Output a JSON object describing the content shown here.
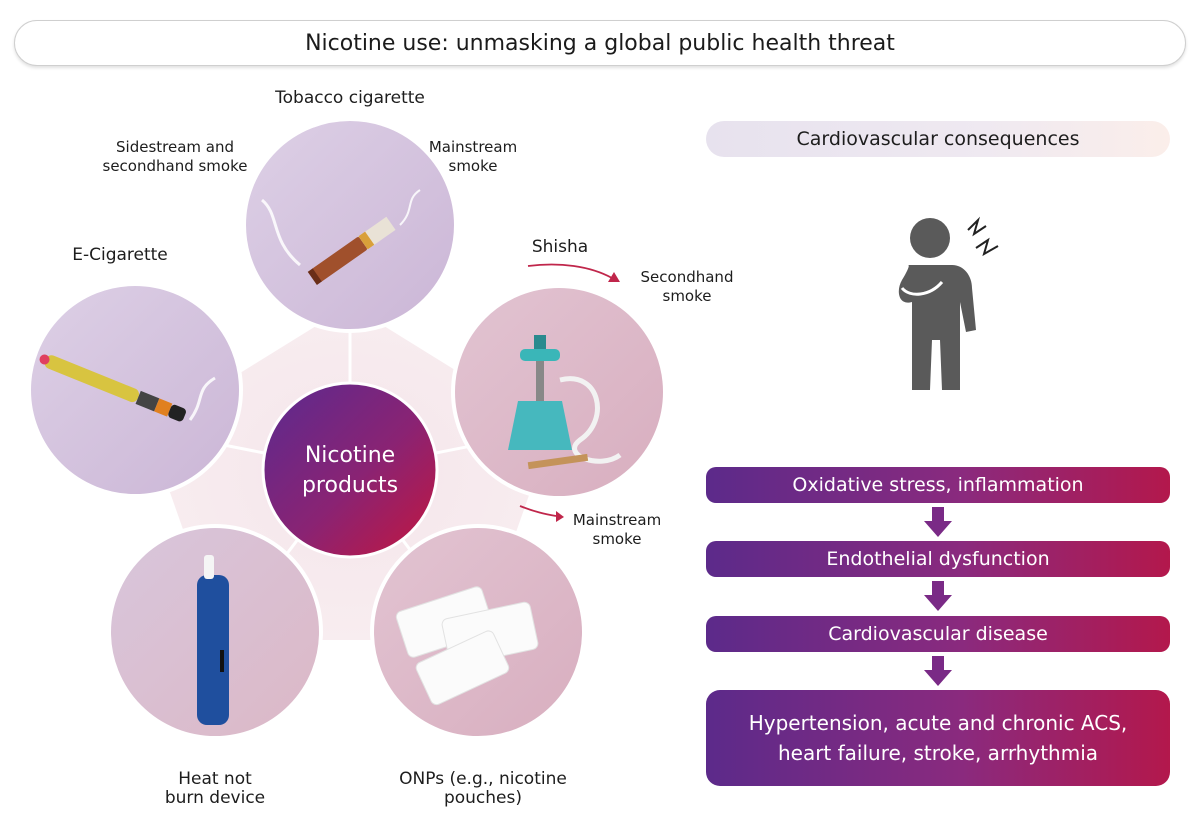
{
  "title": "Nicotine use: unmasking a global public health threat",
  "center": {
    "line1": "Nicotine",
    "line2": "products"
  },
  "products": {
    "tobacco": "Tobacco cigarette",
    "ecig": "E-Cigarette",
    "shisha": "Shisha",
    "heat_line1": "Heat not",
    "heat_line2": "burn device",
    "onp_line1": "ONPs (e.g., nicotine",
    "onp_line2": "pouches)"
  },
  "smoke_labels": {
    "sidestream_line1": "Sidestream and",
    "sidestream_line2": "secondhand smoke",
    "mainstream_line1": "Mainstream",
    "mainstream_line2": "smoke",
    "secondhand_line1": "Secondhand",
    "secondhand_line2": "smoke",
    "shisha_main_line1": "Mainstream",
    "shisha_main_line2": "smoke"
  },
  "cv": {
    "header": "Cardiovascular consequences",
    "step1": "Oxidative stress, inflammation",
    "step2": "Endothelial dysfunction",
    "step3": "Cardiovascular disease",
    "final_line1": "Hypertension, acute and chronic ACS,",
    "final_line2": "heart failure, stroke, arrhythmia"
  },
  "colors": {
    "purple": "#5c2a8a",
    "magenta": "#8a2a7e",
    "crimson": "#b3184c",
    "figure_gray": "#5a5a5a"
  }
}
